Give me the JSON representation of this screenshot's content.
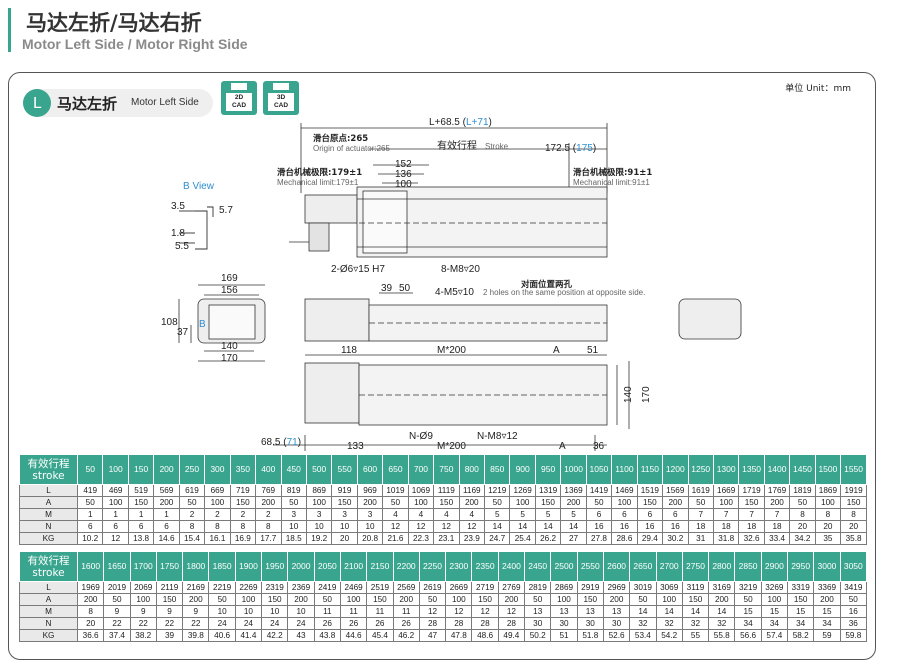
{
  "header": {
    "title_zh": "马达左折/马达右折",
    "title_en": "Motor Left Side / Motor Right Side"
  },
  "section": {
    "badge": "L",
    "title_zh": "马达左折",
    "title_en": "Motor Left Side",
    "cad_2d": [
      "2D",
      "CAD"
    ],
    "cad_3d": [
      "3D",
      "CAD"
    ],
    "unit": "单位 Unit：mm"
  },
  "drawing": {
    "side_view": {
      "L": "L+68.5 (",
      "L_blue": "L+71",
      ")": ")",
      "origin_zh": "滑台原点:265",
      "origin_en": "Origin of actuator:265",
      "stroke_zh": "有效行程",
      "stroke_en": "Stroke",
      "right_dim": "172.5 (",
      "right_blue": "175",
      "d152": "152",
      "d136": "136",
      "d100": "100",
      "mech_left_zh": "滑台机械极限:179±1",
      "mech_left_en": "Mechanical limit:179±1",
      "mech_right_zh": "滑台机械极限:91±1",
      "mech_right_en": "Mechanical limit:91±1",
      "pin": "2-Ø6▿15 H7",
      "screw": "8-M8▿20"
    },
    "bview": {
      "label": "B View",
      "d35": "3.5",
      "d57": "5.7",
      "d18": "1.8",
      "d55": "5.5"
    },
    "front": {
      "d169": "169",
      "d156": "156",
      "d108": "108",
      "d37": "37",
      "d140": "140",
      "d170": "170",
      "b": "B"
    },
    "middle": {
      "d39": "39",
      "d50": "50",
      "hole": "4-M5▿10",
      "hole_zh": "对面位置两孔",
      "hole_en": "2 holes on the same position at opposite side."
    },
    "top": {
      "d118": "118",
      "m200": "M*200",
      "A": "A",
      "d51": "51",
      "d140": "140",
      "d170": "170",
      "left685": "68.5 (",
      "left_blue": "71",
      "d133": "133",
      "n09": "N-Ø9",
      "m200b": "M*200",
      "nm8": "N-M8▿12",
      "A2": "A",
      "d36": "36"
    }
  },
  "table1": {
    "label_zh": "有效行程",
    "label_en": "stroke",
    "stroke": [
      "50",
      "100",
      "150",
      "200",
      "250",
      "300",
      "350",
      "400",
      "450",
      "500",
      "550",
      "600",
      "650",
      "700",
      "750",
      "800",
      "850",
      "900",
      "950",
      "1000",
      "1050",
      "1100",
      "1150",
      "1200",
      "1250",
      "1300",
      "1350",
      "1400",
      "1450",
      "1500",
      "1550"
    ],
    "rows": [
      {
        "name": "L",
        "values": [
          "419",
          "469",
          "519",
          "569",
          "619",
          "669",
          "719",
          "769",
          "819",
          "869",
          "919",
          "969",
          "1019",
          "1069",
          "1119",
          "1169",
          "1219",
          "1269",
          "1319",
          "1369",
          "1419",
          "1469",
          "1519",
          "1569",
          "1619",
          "1669",
          "1719",
          "1769",
          "1819",
          "1869",
          "1919"
        ]
      },
      {
        "name": "A",
        "values": [
          "50",
          "100",
          "150",
          "200",
          "50",
          "100",
          "150",
          "200",
          "50",
          "100",
          "150",
          "200",
          "50",
          "100",
          "150",
          "200",
          "50",
          "100",
          "150",
          "200",
          "50",
          "100",
          "150",
          "200",
          "50",
          "100",
          "150",
          "200",
          "50",
          "100",
          "150"
        ]
      },
      {
        "name": "M",
        "values": [
          "1",
          "1",
          "1",
          "1",
          "2",
          "2",
          "2",
          "2",
          "3",
          "3",
          "3",
          "3",
          "4",
          "4",
          "4",
          "4",
          "5",
          "5",
          "5",
          "5",
          "6",
          "6",
          "6",
          "6",
          "7",
          "7",
          "7",
          "7",
          "8",
          "8",
          "8"
        ]
      },
      {
        "name": "N",
        "values": [
          "6",
          "6",
          "6",
          "6",
          "8",
          "8",
          "8",
          "8",
          "10",
          "10",
          "10",
          "10",
          "12",
          "12",
          "12",
          "12",
          "14",
          "14",
          "14",
          "14",
          "16",
          "16",
          "16",
          "16",
          "18",
          "18",
          "18",
          "18",
          "20",
          "20",
          "20"
        ]
      },
      {
        "name": "KG",
        "values": [
          "10.2",
          "12",
          "13.8",
          "14.6",
          "15.4",
          "16.1",
          "16.9",
          "17.7",
          "18.5",
          "19.2",
          "20",
          "20.8",
          "21.6",
          "22.3",
          "23.1",
          "23.9",
          "24.7",
          "25.4",
          "26.2",
          "27",
          "27.8",
          "28.6",
          "29.4",
          "30.2",
          "31",
          "31.8",
          "32.6",
          "33.4",
          "34.2",
          "35",
          "35.8"
        ]
      }
    ]
  },
  "table2": {
    "label_zh": "有效行程",
    "label_en": "stroke",
    "stroke": [
      "1600",
      "1650",
      "1700",
      "1750",
      "1800",
      "1850",
      "1900",
      "1950",
      "2000",
      "2050",
      "2100",
      "2150",
      "2200",
      "2250",
      "2300",
      "2350",
      "2400",
      "2450",
      "2500",
      "2550",
      "2600",
      "2650",
      "2700",
      "2750",
      "2800",
      "2850",
      "2900",
      "2950",
      "3000",
      "3050"
    ],
    "rows": [
      {
        "name": "L",
        "values": [
          "1969",
          "2019",
          "2069",
          "2119",
          "2169",
          "2219",
          "2269",
          "2319",
          "2369",
          "2419",
          "2469",
          "2519",
          "2569",
          "2619",
          "2669",
          "2719",
          "2769",
          "2819",
          "2869",
          "2919",
          "2969",
          "3019",
          "3069",
          "3119",
          "3169",
          "3219",
          "3269",
          "3319",
          "3369",
          "3419"
        ]
      },
      {
        "name": "A",
        "values": [
          "200",
          "50",
          "100",
          "150",
          "200",
          "50",
          "100",
          "150",
          "200",
          "50",
          "100",
          "150",
          "200",
          "50",
          "100",
          "150",
          "200",
          "50",
          "100",
          "150",
          "200",
          "50",
          "100",
          "150",
          "200",
          "50",
          "100",
          "150",
          "200",
          "50"
        ]
      },
      {
        "name": "M",
        "values": [
          "8",
          "9",
          "9",
          "9",
          "9",
          "10",
          "10",
          "10",
          "10",
          "11",
          "11",
          "11",
          "11",
          "12",
          "12",
          "12",
          "12",
          "13",
          "13",
          "13",
          "13",
          "14",
          "14",
          "14",
          "14",
          "15",
          "15",
          "15",
          "15",
          "16"
        ]
      },
      {
        "name": "N",
        "values": [
          "20",
          "22",
          "22",
          "22",
          "22",
          "24",
          "24",
          "24",
          "24",
          "26",
          "26",
          "26",
          "26",
          "28",
          "28",
          "28",
          "28",
          "30",
          "30",
          "30",
          "30",
          "32",
          "32",
          "32",
          "32",
          "34",
          "34",
          "34",
          "34",
          "36"
        ]
      },
      {
        "name": "KG",
        "values": [
          "36.6",
          "37.4",
          "38.2",
          "39",
          "39.8",
          "40.6",
          "41.4",
          "42.2",
          "43",
          "43.8",
          "44.6",
          "45.4",
          "46.2",
          "47",
          "47.8",
          "48.6",
          "49.4",
          "50.2",
          "51",
          "51.8",
          "52.6",
          "53.4",
          "54.2",
          "55",
          "55.8",
          "56.6",
          "57.4",
          "58.2",
          "59",
          "59.8"
        ]
      }
    ]
  }
}
